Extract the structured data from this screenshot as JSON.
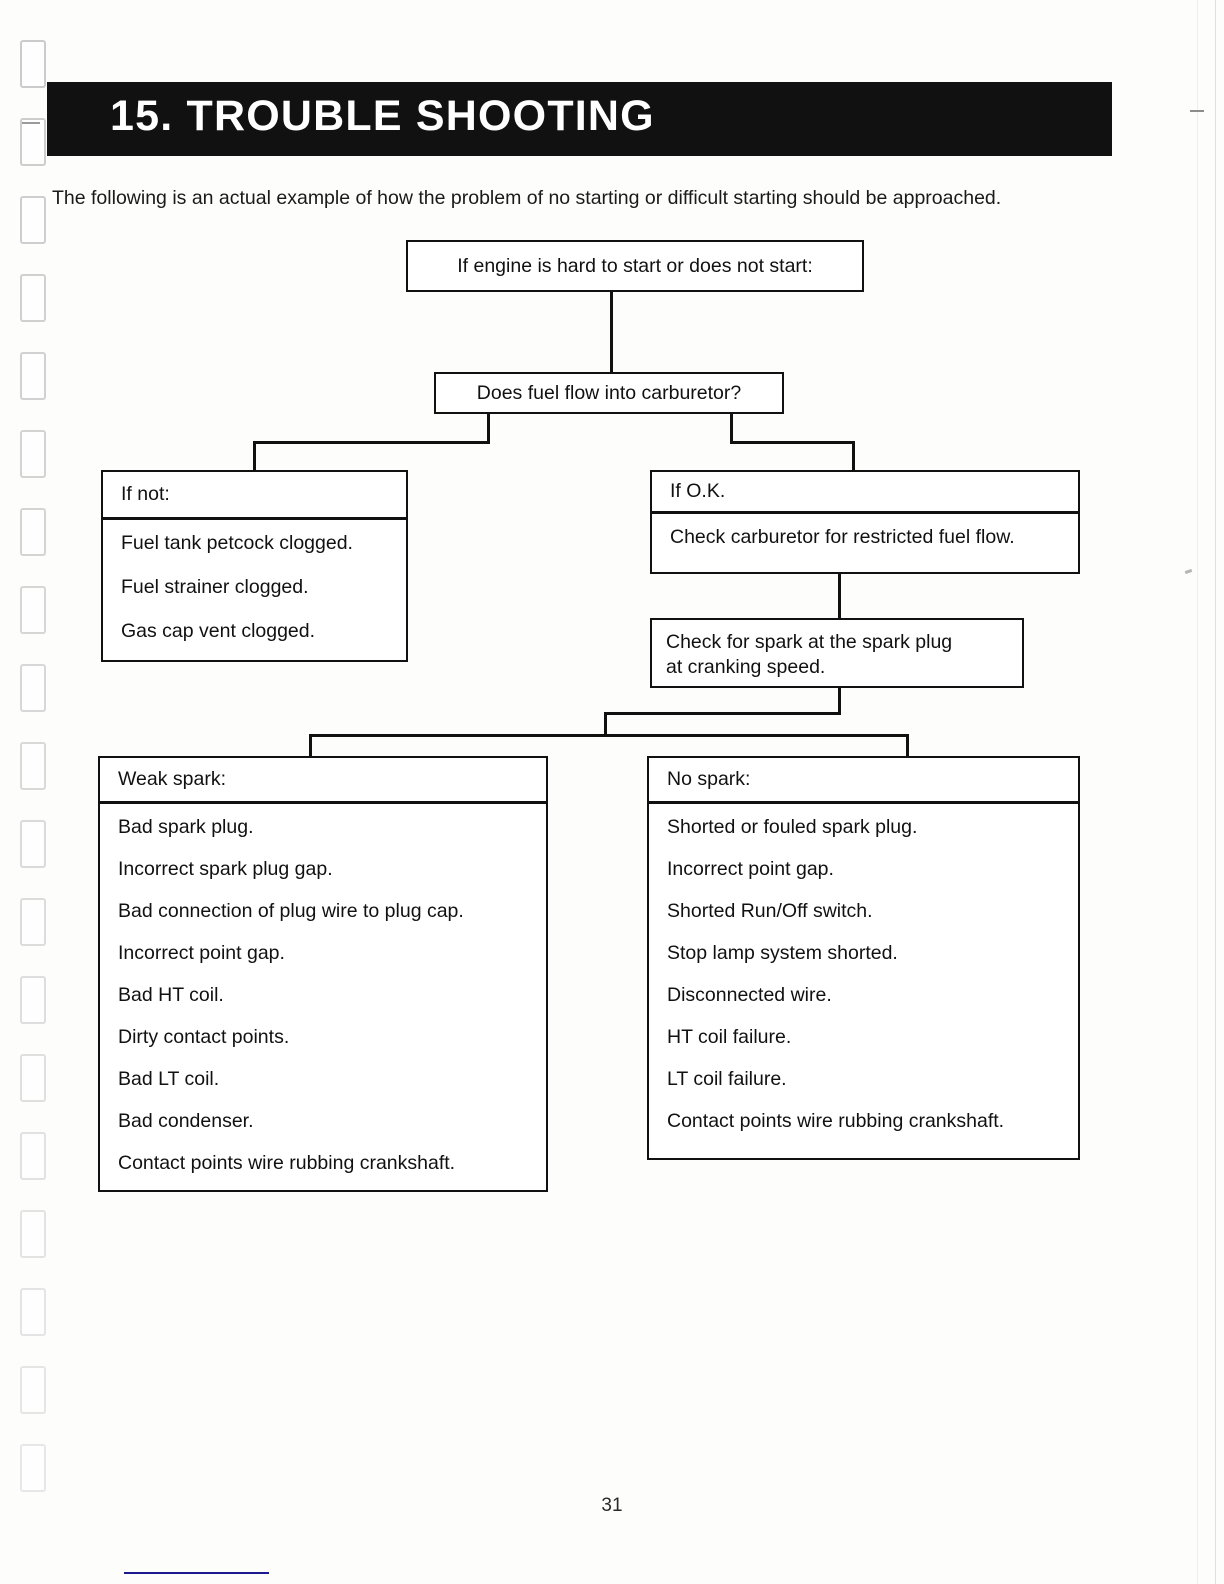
{
  "document": {
    "section_title": "15. TROUBLE SHOOTING",
    "intro": "The following is an actual example of how the problem of no starting or difficult starting should be approached.",
    "page_number": "31"
  },
  "flowchart": {
    "type": "decision-tree",
    "root": {
      "id": "root",
      "label": "If engine is hard to start or does not start:"
    },
    "decision": {
      "id": "fuel-flow",
      "label": "Does fuel flow into carburetor?"
    },
    "branch_if_not": {
      "id": "if-not",
      "header": "If not:",
      "items": [
        "Fuel tank petcock clogged.",
        "Fuel strainer clogged.",
        "Gas cap vent clogged."
      ]
    },
    "branch_if_ok": {
      "id": "if-ok",
      "header": "If O.K.",
      "body": "Check carburetor for restricted fuel flow."
    },
    "spark_check": {
      "id": "spark-check",
      "label": "Check for spark at the spark plug\nat cranking speed."
    },
    "weak_spark": {
      "id": "weak-spark",
      "header": "Weak spark:",
      "items": [
        "Bad spark plug.",
        "Incorrect spark plug gap.",
        "Bad connection of plug wire to plug cap.",
        "Incorrect point gap.",
        "Bad HT coil.",
        "Dirty contact points.",
        "Bad LT coil.",
        "Bad condenser.",
        "Contact points wire rubbing crankshaft."
      ]
    },
    "no_spark": {
      "id": "no-spark",
      "header": "No spark:",
      "items": [
        "Shorted or fouled spark plug.",
        "Incorrect point gap.",
        "Shorted Run/Off switch.",
        "Stop lamp system shorted.",
        "Disconnected wire.",
        "HT coil failure.",
        "LT coil failure.",
        "Contact points wire rubbing crankshaft."
      ]
    }
  },
  "colors": {
    "banner_background": "#111111",
    "banner_text": "#ffffff",
    "line": "#111111",
    "page_background": "#fdfdfc",
    "footer_rule": "#1b1b8f"
  }
}
